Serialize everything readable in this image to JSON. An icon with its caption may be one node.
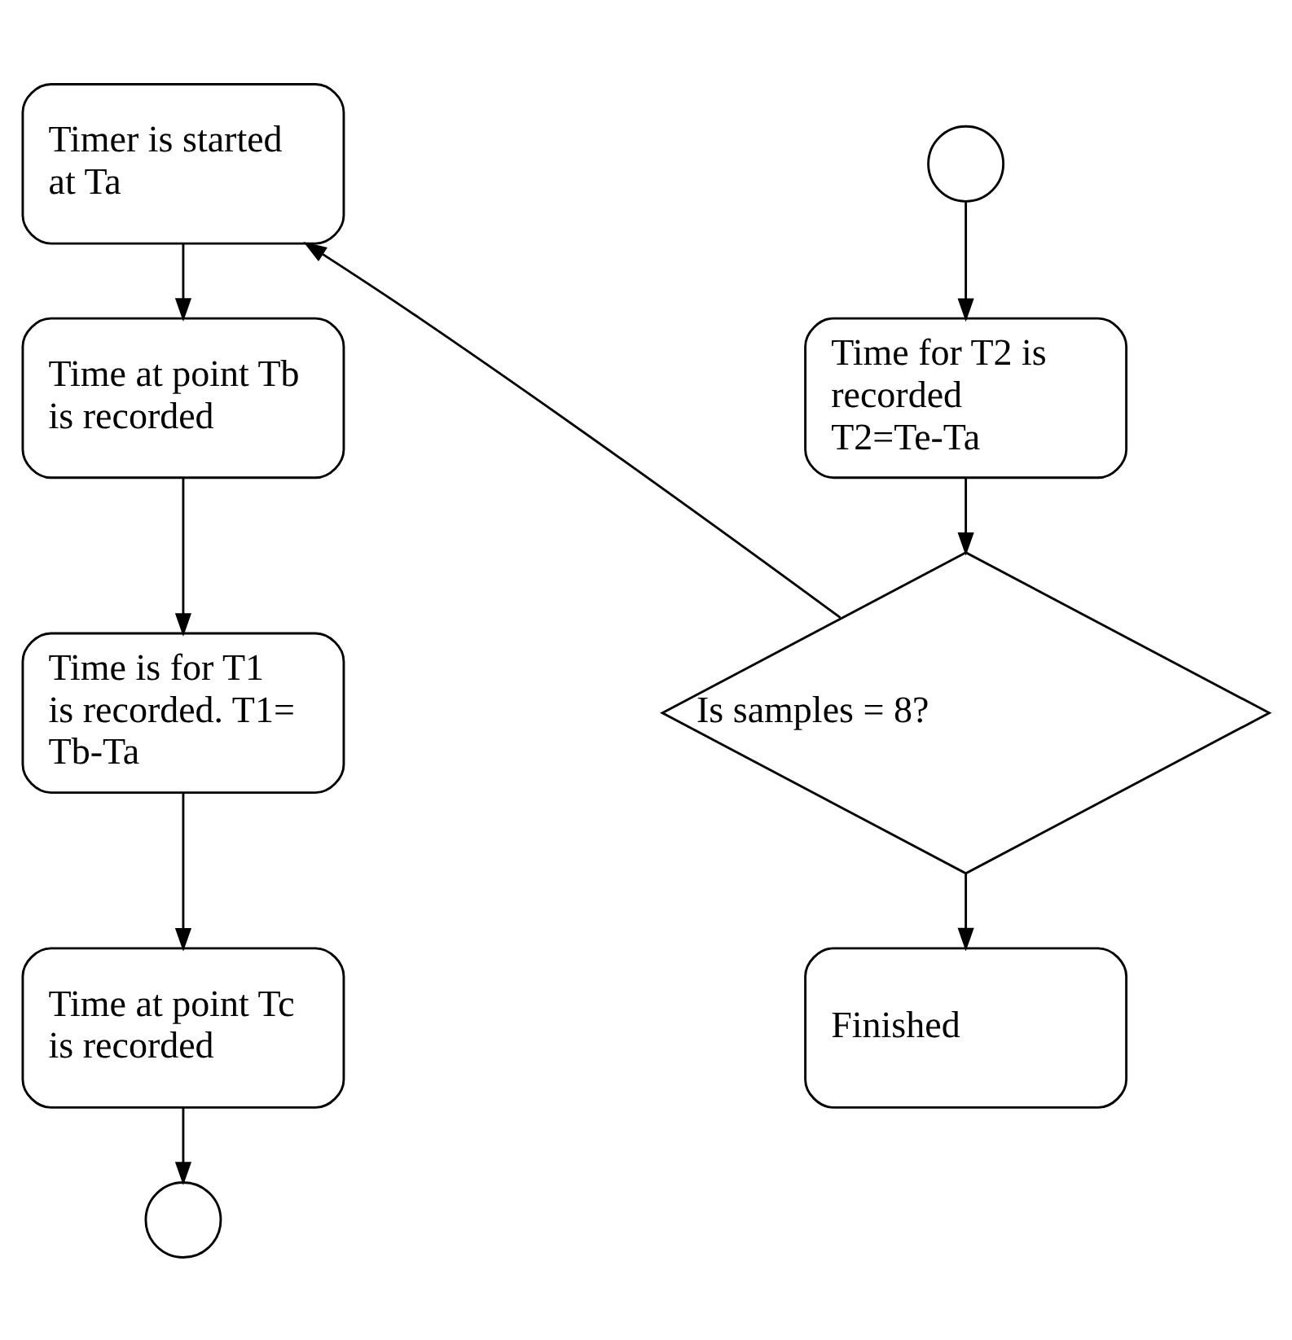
{
  "diagram": {
    "nodes": [
      {
        "text": [
          "Timer is started at Ta"
        ]
      },
      {
        "text": [
          "Time at point Tb is recorded"
        ]
      },
      {
        "text": [
          "Time is for T1 is recorded. T1= Tb-Ta"
        ]
      },
      {
        "text": [
          "Time at point Tc is recorded"
        ]
      },
      {
        "text": [],
        "shape": "circle"
      },
      {
        "text": [],
        "shape": "circle"
      },
      {
        "text": [
          "Time for T2 is recorded T2=Te-Ta"
        ]
      },
      {
        "text": [
          "Is samples = 8?"
        ]
      },
      {
        "text": [
          "Finished"
        ]
      }
    ],
    "edges": [
      {
        "from": 0,
        "to": 1,
        "arrow": "to"
      },
      {
        "from": 1,
        "to": 2,
        "arrow": "to"
      },
      {
        "from": 2,
        "to": 3,
        "arrow": "to"
      },
      {
        "from": 3,
        "to": 4,
        "arrow": "to"
      },
      {
        "from": 5,
        "to": 6,
        "arrow": "to"
      },
      {
        "from": 6,
        "to": 7,
        "arrow": "to"
      },
      {
        "from": 7,
        "to": 0,
        "arrow": "to"
      },
      {
        "from": 7,
        "to": 8,
        "arrow": "to"
      }
    ]
  }
}
